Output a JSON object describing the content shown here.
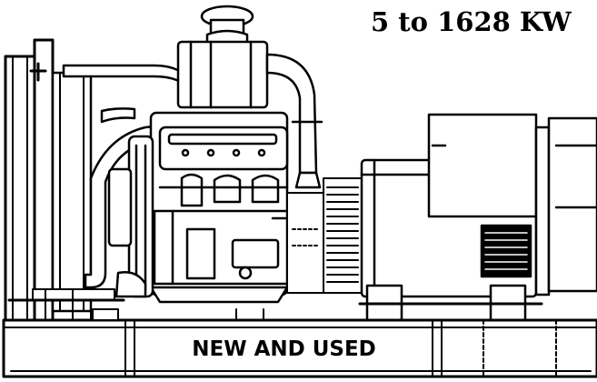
{
  "headline": "5 to 1628 KW",
  "base_label": "NEW AND USED",
  "illustration": "generator-set-line-drawing",
  "colors": {
    "ink": "#000000",
    "paper": "#ffffff"
  }
}
